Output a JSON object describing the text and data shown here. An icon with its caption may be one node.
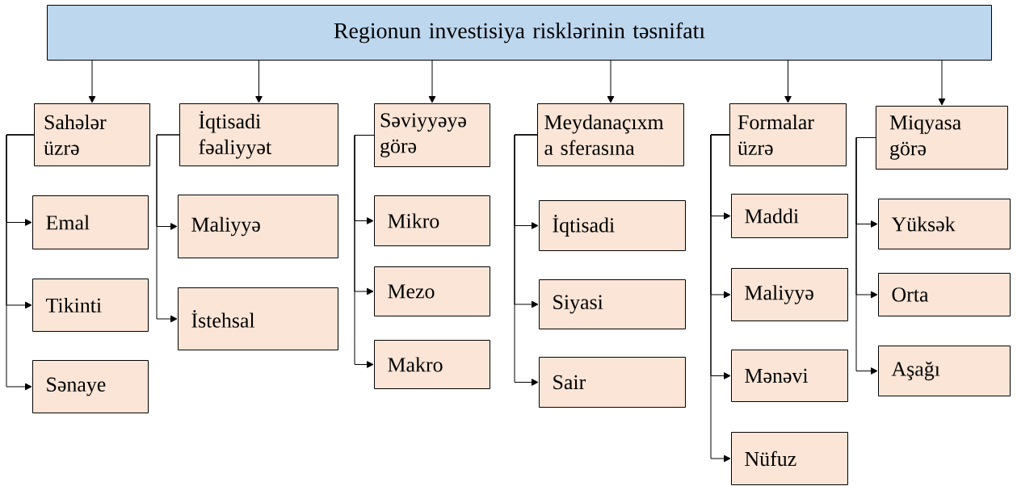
{
  "diagram": {
    "nodes": [
      {
        "text": [
          "Regionun investisiya risklərinin təsnifatı"
        ]
      },
      {
        "text": [
          "Sahələr üzrə"
        ]
      },
      {
        "text": [
          "İqtisadi fəaliyyət"
        ]
      },
      {
        "text": [
          "Səviyyəyə görə"
        ]
      },
      {
        "text": [
          "Meydanaçıxm a sferasına"
        ]
      },
      {
        "text": [
          "Formalar üzrə"
        ]
      },
      {
        "text": [
          "Miqyasa görə"
        ]
      },
      {
        "text": [
          "Emal"
        ]
      },
      {
        "text": [
          "Tikinti"
        ]
      },
      {
        "text": [
          "Sənaye"
        ]
      },
      {
        "text": [
          "Maliyyə"
        ]
      },
      {
        "text": [
          "İstehsal"
        ]
      },
      {
        "text": [
          "Mikro"
        ]
      },
      {
        "text": [
          "Mezo"
        ]
      },
      {
        "text": [
          "Makro"
        ]
      },
      {
        "text": [
          "İqtisadi"
        ]
      },
      {
        "text": [
          "Siyasi"
        ]
      },
      {
        "text": [
          "Sair"
        ]
      },
      {
        "text": [
          "Maddi"
        ]
      },
      {
        "text": [
          "Maliyyə"
        ]
      },
      {
        "text": [
          "Mənəvi"
        ]
      },
      {
        "text": [
          "Nüfuz"
        ]
      },
      {
        "text": [
          "Yüksək"
        ]
      },
      {
        "text": [
          "Orta"
        ]
      },
      {
        "text": [
          "Aşağı"
        ]
      }
    ],
    "edges": [
      {
        "from": 0,
        "to": 1,
        "arrow": "to"
      },
      {
        "from": 0,
        "to": 2,
        "arrow": "to"
      },
      {
        "from": 0,
        "to": 3,
        "arrow": "to"
      },
      {
        "from": 0,
        "to": 4,
        "arrow": "to"
      },
      {
        "from": 0,
        "to": 5,
        "arrow": "to"
      },
      {
        "from": 0,
        "to": 6,
        "arrow": "to"
      },
      {
        "from": 1,
        "to": 7,
        "arrow": "to"
      },
      {
        "from": 1,
        "to": 8,
        "arrow": "to"
      },
      {
        "from": 1,
        "to": 9,
        "arrow": "to"
      },
      {
        "from": 2,
        "to": 10,
        "arrow": "to"
      },
      {
        "from": 2,
        "to": 11,
        "arrow": "to"
      },
      {
        "from": 3,
        "to": 12,
        "arrow": "to"
      },
      {
        "from": 3,
        "to": 13,
        "arrow": "to"
      },
      {
        "from": 3,
        "to": 14,
        "arrow": "to"
      },
      {
        "from": 4,
        "to": 15,
        "arrow": "to"
      },
      {
        "from": 4,
        "to": 16,
        "arrow": "to"
      },
      {
        "from": 4,
        "to": 17,
        "arrow": "to"
      },
      {
        "from": 5,
        "to": 18,
        "arrow": "to"
      },
      {
        "from": 5,
        "to": 19,
        "arrow": "to"
      },
      {
        "from": 5,
        "to": 20,
        "arrow": "to"
      },
      {
        "from": 5,
        "to": 21,
        "arrow": "to"
      },
      {
        "from": 6,
        "to": 22,
        "arrow": "to"
      },
      {
        "from": 6,
        "to": 23,
        "arrow": "to"
      },
      {
        "from": 6,
        "to": 24,
        "arrow": "to"
      }
    ]
  }
}
